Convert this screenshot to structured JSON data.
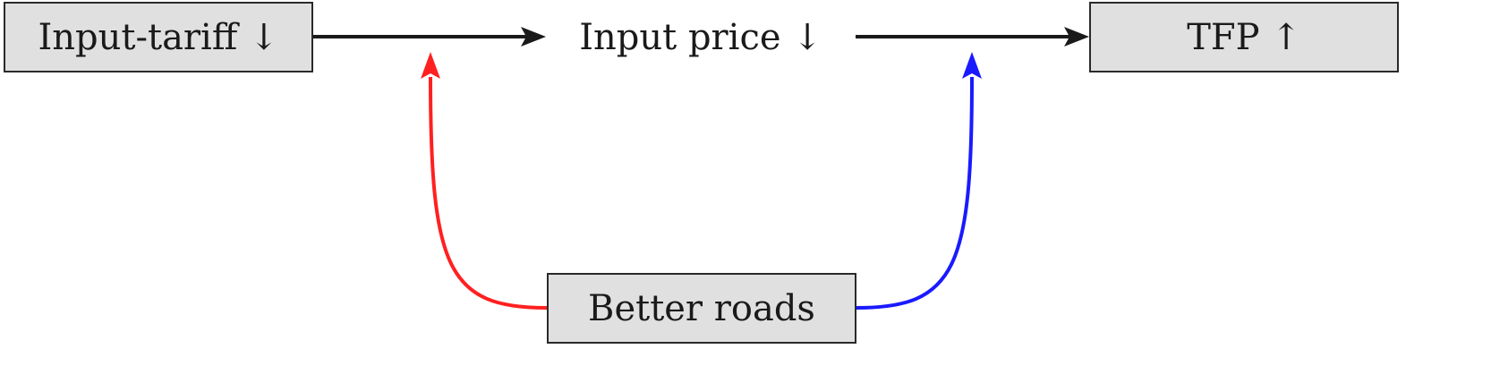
{
  "nodes": {
    "input_tariff": "Input-tariff ↓",
    "input_price": "Input price ↓",
    "tfp": "TFP ↑",
    "better_roads": "Better roads"
  },
  "colors": {
    "box_fill": "#e0e0e0",
    "box_border": "#2a2a2a",
    "main_arrow": "#1a1a1a",
    "left_curve": "#ff2020",
    "right_curve": "#1a1aff"
  }
}
